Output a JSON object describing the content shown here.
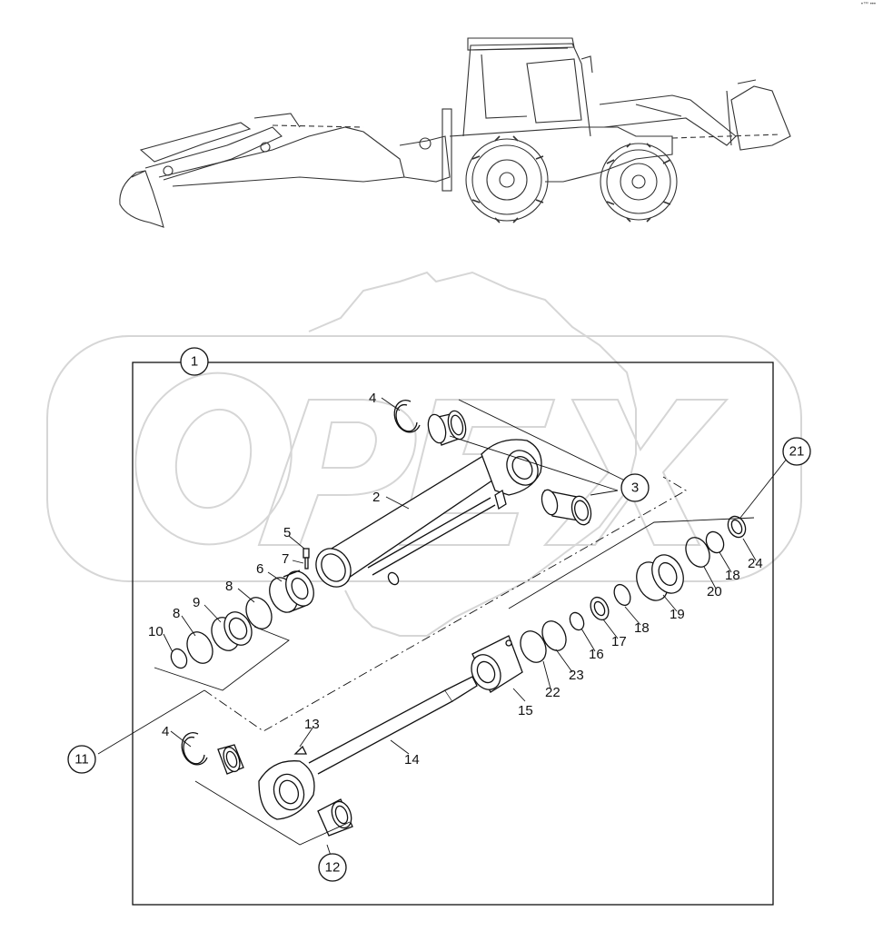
{
  "corner_mark": "•™ •••",
  "watermark": {
    "text": "OPEX",
    "color": "#d8d8d8"
  },
  "machine_illustration": {
    "icon": "backhoe-loader-icon"
  },
  "callouts": {
    "c1": "1",
    "c2": "2",
    "c3": "3",
    "c4a": "4",
    "c4b": "4",
    "c5": "5",
    "c6": "6",
    "c7": "7",
    "c8a": "8",
    "c8b": "8",
    "c9": "9",
    "c10": "10",
    "c11": "11",
    "c12": "12",
    "c13": "13",
    "c14": "14",
    "c15": "15",
    "c16": "16",
    "c17": "17",
    "c18a": "18",
    "c18b": "18",
    "c19": "19",
    "c20": "20",
    "c21": "21",
    "c22": "22",
    "c23": "23",
    "c24": "24"
  }
}
